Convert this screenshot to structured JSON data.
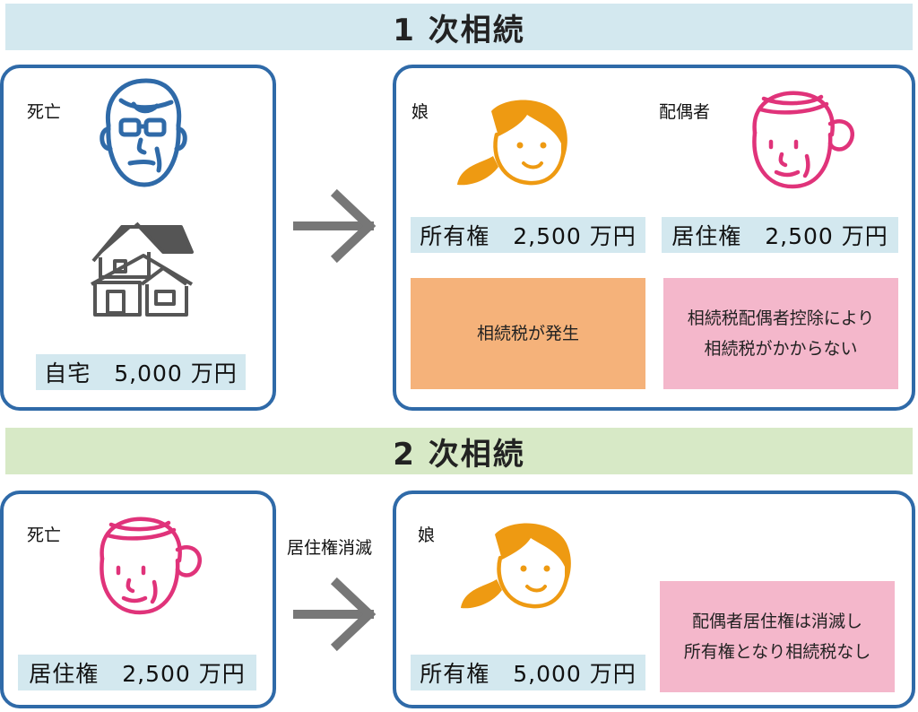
{
  "sections": {
    "first": {
      "title": "1 次相続",
      "deceased": {
        "label": "死亡",
        "asset": "自宅　5,000 万円"
      },
      "daughter": {
        "label": "娘",
        "right": "所有権　2,500 万円",
        "note": "相続税が発生"
      },
      "spouse": {
        "label": "配偶者",
        "right": "居住権　2,500 万円",
        "note_line1": "相続税配偶者控除により",
        "note_line2": "相続税がかからない"
      }
    },
    "second": {
      "title": "2 次相続",
      "deceased": {
        "label": "死亡",
        "asset": "居住権　2,500 万円"
      },
      "arrow_label": "居住権消滅",
      "daughter": {
        "label": "娘",
        "right": "所有権　5,000 万円"
      },
      "note_line1": "配偶者居住権は消滅し",
      "note_line2": "所有権となり相続税なし"
    }
  },
  "icons": {
    "father": "father-with-glasses-icon",
    "house": "house-icon",
    "daughter": "daughter-ponytail-icon",
    "spouse": "spouse-elderly-woman-icon",
    "arrow": "right-arrow-icon"
  },
  "colors": {
    "panel_border": "#2f6aa8",
    "band_first": "#d3e8ef",
    "band_second": "#d7e9c6",
    "value_box": "#d3e8ef",
    "note_orange": "#f5b27a",
    "note_pink": "#f4b7cb",
    "daughter_icon": "#ee9a12",
    "spouse_icon": "#e0337a",
    "father_icon": "#2f6aa8",
    "house_icon": "#555555",
    "arrow": "#777777"
  }
}
